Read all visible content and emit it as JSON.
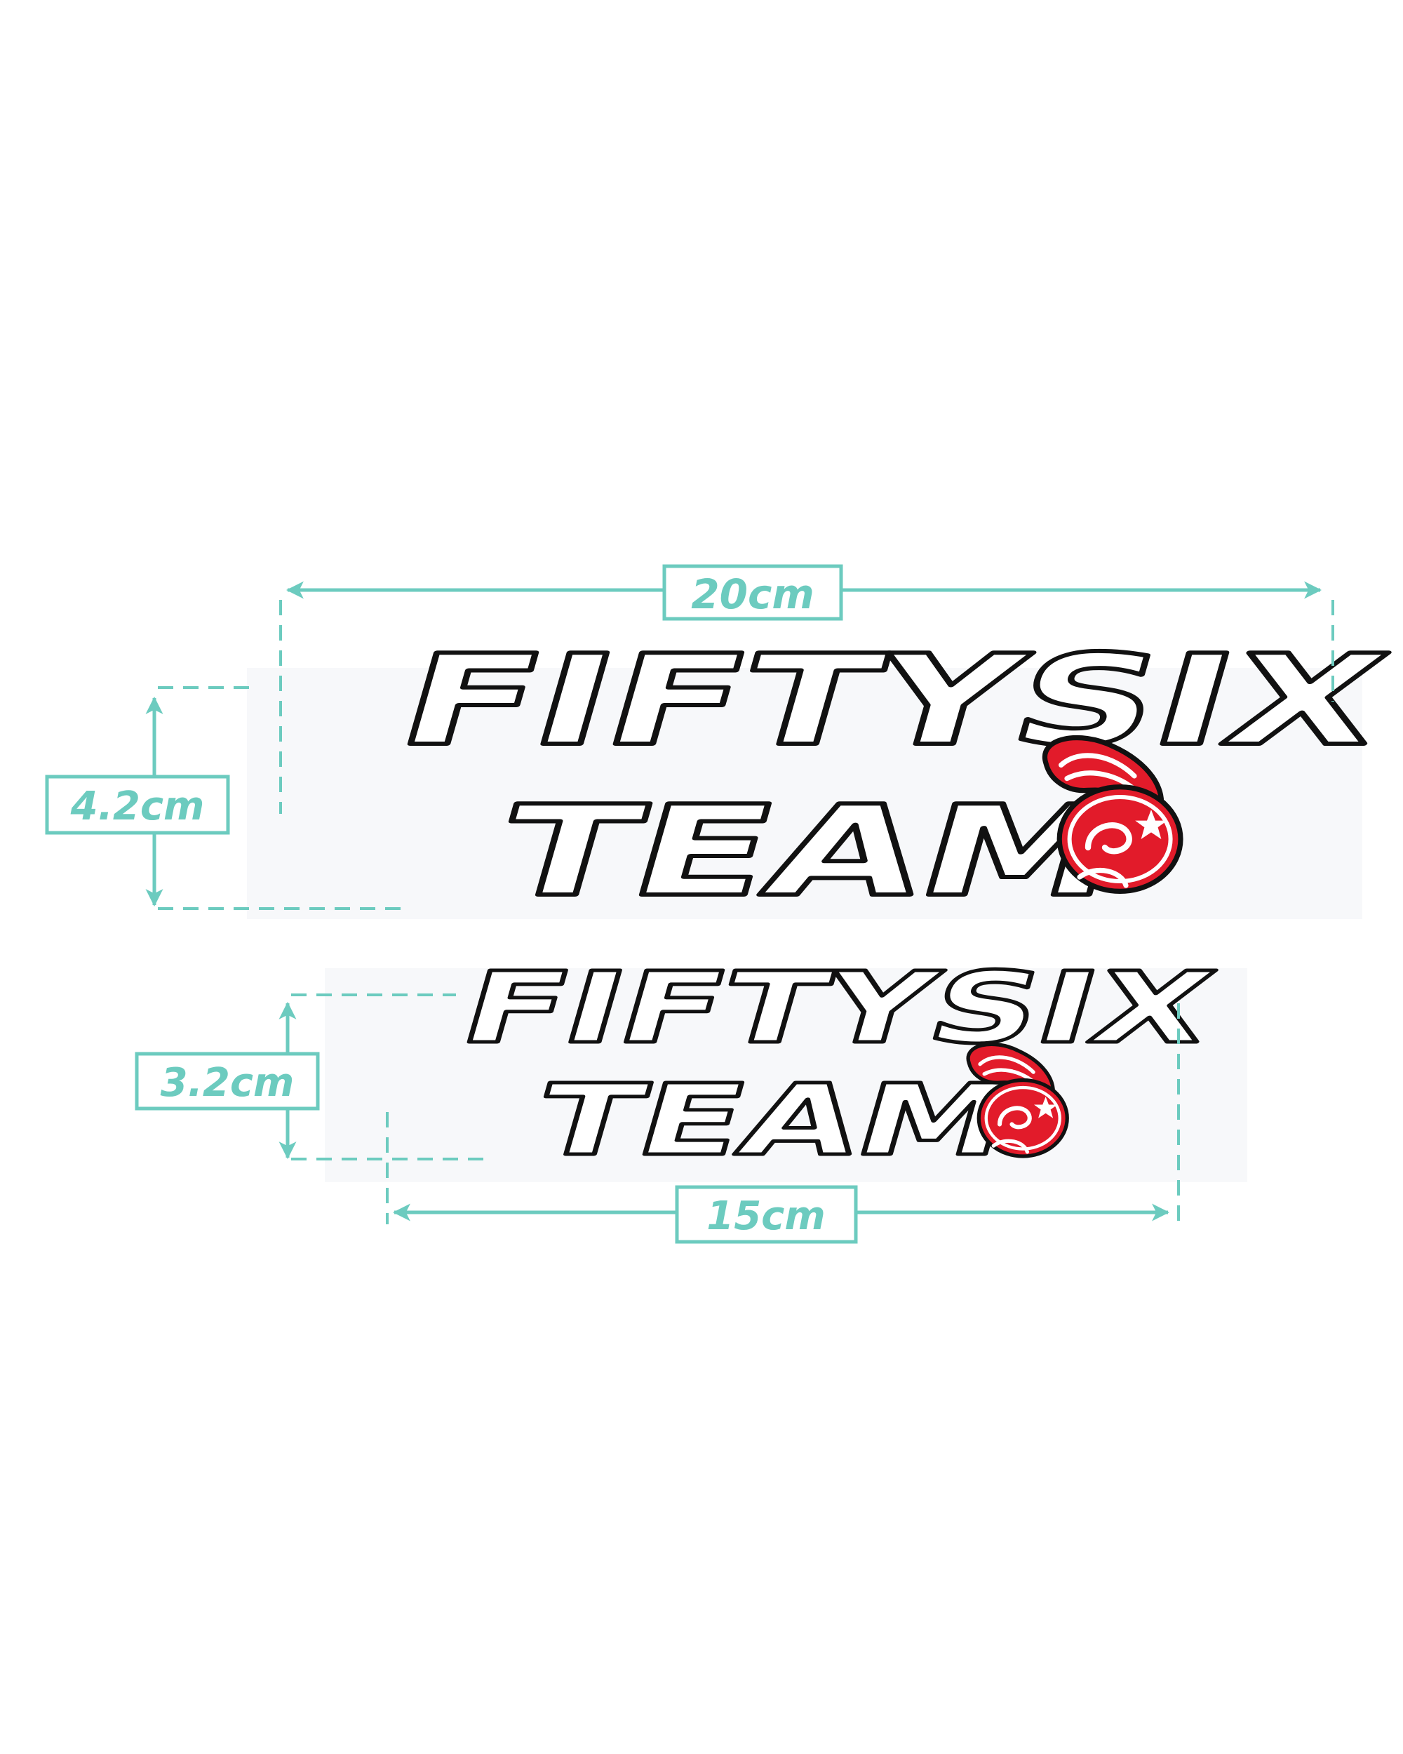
{
  "colors": {
    "accent": "#6ccbbf",
    "outline": "#111111",
    "fill": "#ffffff",
    "panel": "#f7f8fa",
    "mascot_red": "#e21b2a"
  },
  "stickers": [
    {
      "line1": "FIFTYSIX",
      "line2": "TEAM",
      "mascot_icon": "rabbit-icon",
      "width_label": "20cm",
      "height_label": "4.2cm"
    },
    {
      "line1": "FIFTYSIX",
      "line2": "TEAM",
      "mascot_icon": "rabbit-icon",
      "width_label": "15cm",
      "height_label": "3.2cm"
    }
  ]
}
